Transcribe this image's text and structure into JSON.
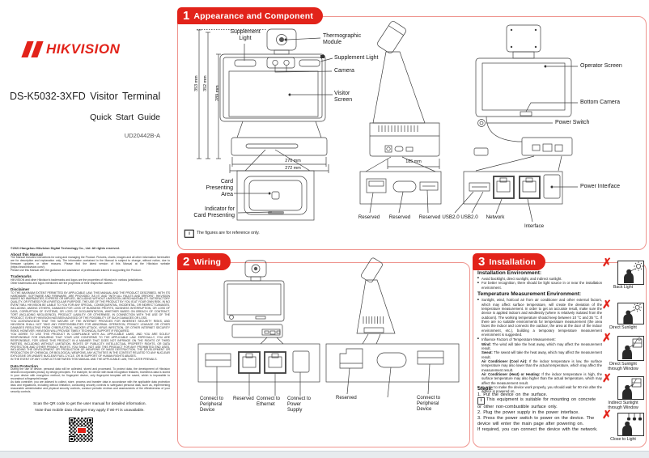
{
  "ui": {
    "info": "i",
    "accent_red": "#e2231a",
    "panel_border": "#ef948e"
  },
  "brand": {
    "logo_text": "HIKVISION"
  },
  "cover": {
    "title": "DS-K5032-3XFD  Visitor  Terminal",
    "subtitle": "Quick  Start  Guide",
    "doc_code": "UD20442B-A"
  },
  "legal": {
    "copyright": "©2021 Hangzhou Hikvision Digital Technology Co., Ltd. All rights reserved.",
    "about_h": "About this Manual",
    "about": "The Manual includes instructions for using and managing the Product. Pictures, charts, images and all other information hereinafter are for description and explanation only. The information contained in the Manual is subject to change, without notice, due to firmware updates or other reasons. Please find the latest version of this Manual at the Hikvision website (https://www.hikvision.com/).\nPlease use this Manual with the guidance and assistance of professionals trained in supporting the Product.",
    "tm_h": "Trademarks",
    "tm": "HIKVISION and other Hikvision's trademarks and logos are the properties of Hikvision in various jurisdictions.\nOther trademarks and logos mentioned are the properties of their respective owners.",
    "disc_h": "Disclaimer",
    "disc": "TO THE MAXIMUM EXTENT PERMITTED BY APPLICABLE LAW, THIS MANUAL AND THE PRODUCT DESCRIBED, WITH ITS HARDWARE, SOFTWARE AND FIRMWARE, ARE PROVIDED \"AS IS\" AND \"WITH ALL FAULTS AND ERRORS\". HIKVISION MAKES NO WARRANTIES, EXPRESS OR IMPLIED, INCLUDING WITHOUT LIMITATION, MERCHANTABILITY, SATISFACTORY QUALITY, OR FITNESS FOR A PARTICULAR PURPOSE. THE USE OF THE PRODUCT BY YOU IS AT YOUR OWN RISK. IN NO EVENT WILL HIKVISION BE LIABLE TO YOU FOR ANY SPECIAL, CONSEQUENTIAL, INCIDENTAL, OR INDIRECT DAMAGES, INCLUDING, AMONG OTHERS, DAMAGES FOR LOSS OF BUSINESS PROFITS, BUSINESS INTERRUPTION, OR LOSS OF DATA, CORRUPTION OF SYSTEMS, OR LOSS OF DOCUMENTATION, WHETHER BASED ON BREACH OF CONTRACT, TORT (INCLUDING NEGLIGENCE), PRODUCT LIABILITY, OR OTHERWISE, IN CONNECTION WITH THE USE OF THE PRODUCT, EVEN IF HIKVISION HAS BEEN ADVISED OF THE POSSIBILITY OF SUCH DAMAGES OR LOSS.\nYOU ACKNOWLEDGE THAT THE NATURE OF THE INTERNET PROVIDES FOR INHERENT SECURITY RISKS, AND HIKVISION SHALL NOT TAKE ANY RESPONSIBILITIES FOR ABNORMAL OPERATION, PRIVACY LEAKAGE OR OTHER DAMAGES RESULTING FROM CYBER-ATTACK, HACKER ATTACK, VIRUS INFECTION, OR OTHER INTERNET SECURITY RISKS; HOWEVER, HIKVISION WILL PROVIDE TIMELY TECHNICAL SUPPORT IF REQUIRED.\nYOU AGREE TO USE THIS PRODUCT IN COMPLIANCE WITH ALL APPLICABLE LAWS, AND YOU ARE SOLELY RESPONSIBLE FOR ENSURING THAT YOUR USE CONFORMS TO THE APPLICABLE LAW. ESPECIALLY, YOU ARE RESPONSIBLE, FOR USING THIS PRODUCT IN A MANNER THAT DOES NOT INFRINGE ON THE RIGHTS OF THIRD PARTIES, INCLUDING WITHOUT LIMITATION, RIGHTS OF PUBLICITY, INTELLECTUAL PROPERTY RIGHTS, OR DATA PROTECTION AND OTHER PRIVACY RIGHTS. YOU SHALL NOT USE THIS PRODUCT FOR ANY PROHIBITED END USES, INCLUDING THE DEVELOPMENT OR PRODUCTION OF WEAPONS OF MASS DESTRUCTION, THE DEVELOPMENT OR PRODUCTION OF CHEMICAL OR BIOLOGICAL WEAPONS, ANY ACTIVITIES IN THE CONTEXT RELATED TO ANY NUCLEAR EXPLOSIVE OR UNSAFE NUCLEAR FUEL-CYCLE, OR IN SUPPORT OF HUMAN RIGHTS ABUSES.\nIN THE EVENT OF ANY CONFLICTS BETWEEN THIS MANUAL AND THE APPLICABLE LAW, THE LATER PREVAILS.",
    "dp_h": "Data Protection",
    "dp": "During the use of device, personal data will be collected, stored and processed. To protect data, the development of Hikvision devices incorporates privacy by design principles. For example, for device with facial recognition features, biometrics data is stored in your device with encryption method; for fingerprint device, only fingerprint template will be saved, which is impossible to reconstruct a fingerprint image.\nAs data controller, you are advised to collect, store, process and transfer data in accordance with the applicable data protection laws and regulations, including without limitation, conducting security controls to safeguard personal data, such as, implementing reasonable administrative and physical security controls, conduct periodic reviews and assessments of the effectiveness of your security controls."
  },
  "qr": {
    "line1": "Scan the QR code to get the user manual for detailed information.",
    "line2": "Note that mobile data charges may apply if Wi-Fi is unavailable."
  },
  "sections": {
    "s1": {
      "num": "1",
      "title": "Appearance and Component"
    },
    "s2": {
      "num": "2",
      "title": "Wiring"
    },
    "s3": {
      "num": "3",
      "title": "Installation"
    }
  },
  "p1": {
    "labels": {
      "supplement_light_2l": "Supplement\nLight",
      "thermographic": "Thermographic\nModule",
      "supplement_light": "Supplement Light",
      "camera": "Camera",
      "visitor_screen": "Visitor\nScreen",
      "card_area": "Card\nPresenting\nArea",
      "card_indicator": "Indicator for\nCard Presenting",
      "operator_screen": "Operator Screen",
      "bottom_camera": "Bottom Camera",
      "power_switch": "Power Switch",
      "power_interface": "Power Interface",
      "interface": "Interface"
    },
    "dims": {
      "d353": "353 mm",
      "d352": "352 mm",
      "d289": "289 mm",
      "d270": "270 mm",
      "d272": "272 mm",
      "d185": "185 mm"
    },
    "ports_row": [
      "Reserved",
      "Reserved",
      "Reserved",
      "USB2.0",
      "USB2.0",
      "Network"
    ],
    "note": "The figures are for reference only."
  },
  "p2": {
    "left_labels": [
      "Connect to\nPeripheral\nDevice",
      "Reserved",
      "Connect to\nEthernet",
      "Connect to\nPower\nSupply"
    ],
    "right_labels": [
      "Reserved",
      "Connect to\nPeripheral\nDevice"
    ]
  },
  "p3": {
    "env_heading": "Installation Environment:",
    "env_bullets": [
      "Avoid backlight, direct sunlight, and indirect sunlight.",
      "For better recognition, there should be light source in or near the installation environment."
    ],
    "temp_heading": "Temperature Measurement Environment:",
    "temp_bullet1": "Sunlight, wind, hot/cool air from air conditioner and other external factors, which may affect surface temperature, will create the deviation of the temperature measurement. In order to get an accurate result, make sure the device is applied indoors and windlessly (where is relatively isolated from the outdoors). The working temperature should keep between 10 °C and 35 °C. If there are no suitable environments for temperature measurement (the area faces the indoor and connects the outdoor, the area at the door of the indoor environment, etc.), building a temporary temperature measurement environment is suggested.",
    "influence_intro": "Influence Factors of Temperature Measurement:",
    "factors": [
      {
        "term": "Wind:",
        "desc": "The wind will take the heat away, which may affect the measurement result."
      },
      {
        "term": "Sweat:",
        "desc": "The sweat will take the heat away, which may affect the measurement result."
      },
      {
        "term": "Air Conditioner (Cool Air):",
        "desc": "If the indoor temperature is low, the surface temperature may also lower than the actual temperature, which may affect the measurement result."
      },
      {
        "term": "Air Conditioner (Heat) or Heating:",
        "desc": "If the indoor temperature is high, the surface temperature may also higher than the actual temperature, which may affect the measurement result."
      }
    ],
    "temp_bullet3": "In order to make the device work properly, you should wait for 90 min after the device is powered on.",
    "steps_heading": "Steps:",
    "step1": "1. Put the device on the surface.",
    "step_note": "This equipment is suitable for mounting on concrete or other non-combustible surface only.",
    "step2": "2. Plug the power supply in the power interface.",
    "step3": "3. Press the power switch to power on the device. The device will enter the main page after powering on.",
    "step4": "If required, you can connect the device with the network.",
    "warnings": [
      "Back Light",
      "Direct Sunlight",
      "Direct Sunlight\nthrough Window",
      "Indirect Sunlight\nthrough Window",
      "Close to Light"
    ],
    "x_glyph": "✗"
  }
}
